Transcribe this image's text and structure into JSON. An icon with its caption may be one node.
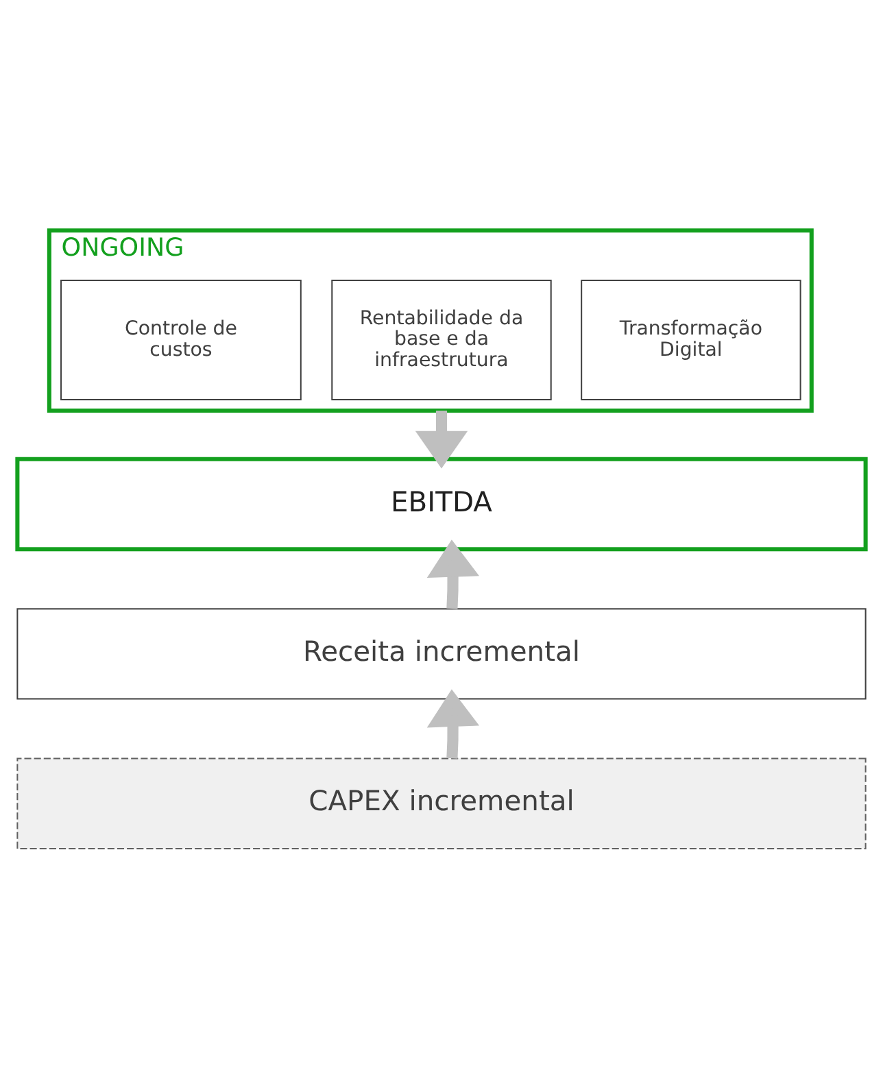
{
  "diagram": {
    "nodes": [
      {
        "text": [
          "ONGOING"
        ]
      },
      {
        "text": [
          "Rentabilidade da base e da infraestrutura"
        ],
        "in": 0
      },
      {
        "text": [
          "Controle de custos"
        ],
        "in": 0
      },
      {
        "text": [
          "Transformação Digital"
        ],
        "in": 0
      },
      {
        "text": [
          "EBITDA"
        ]
      },
      {
        "text": [
          "Receita incremental"
        ]
      },
      {
        "text": [
          "CAPEX incremental"
        ]
      }
    ],
    "edges": [
      {
        "from": 0,
        "to": 4,
        "arrow": "to"
      },
      {
        "from": 5,
        "to": 4,
        "arrow": "to"
      },
      {
        "from": 6,
        "to": 5,
        "arrow": "to"
      }
    ]
  }
}
